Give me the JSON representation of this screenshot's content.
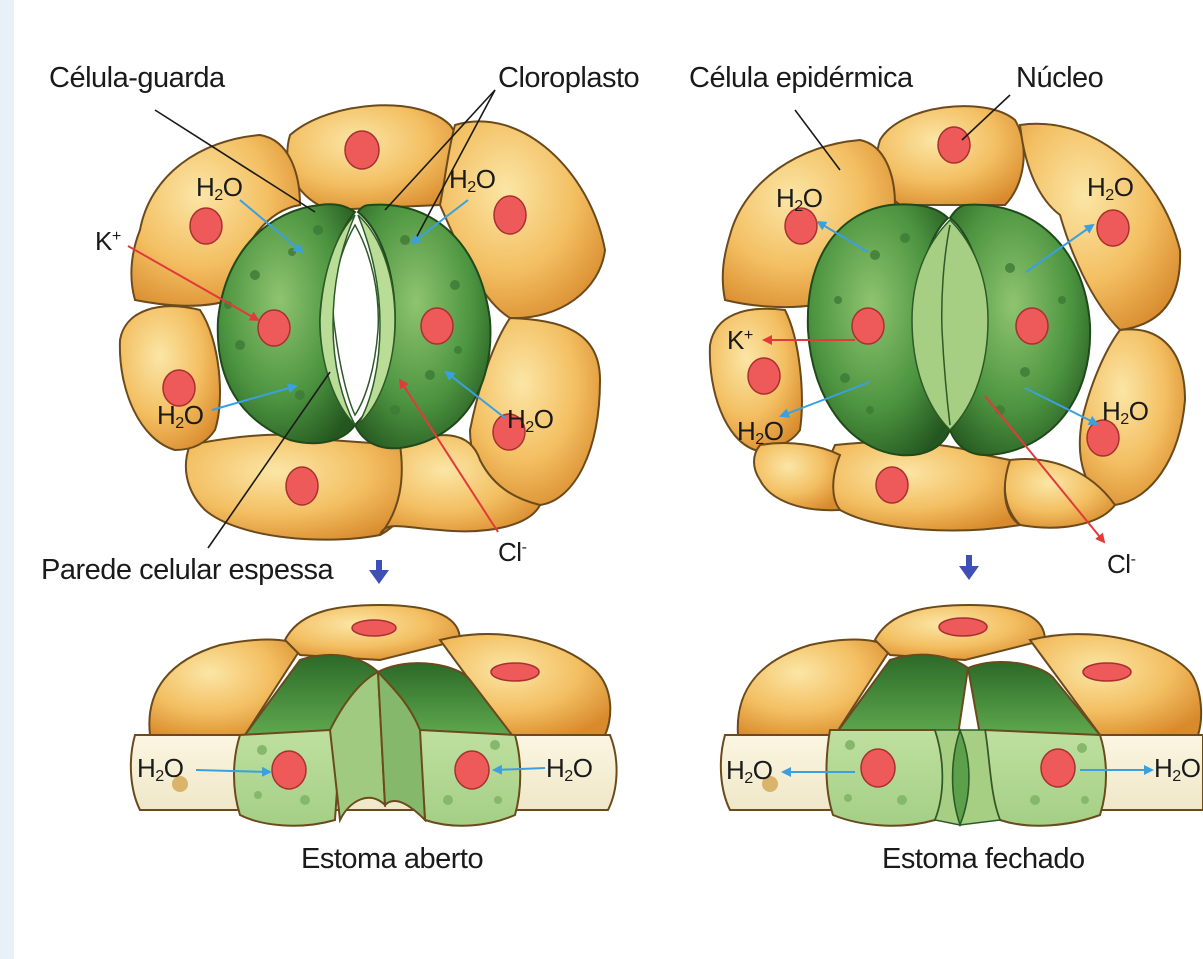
{
  "colors": {
    "epidermal_cell": "#f2b65a",
    "epidermal_cell_light": "#f8d68e",
    "epidermal_outline": "#6b4a1c",
    "guard_cell_dark": "#2f6e2a",
    "guard_cell_mid": "#4f9a43",
    "guard_cell_light": "#a9d28a",
    "nucleus": "#ee5a5a",
    "water_arrow": "#3aa0e0",
    "ion_arrow": "#e23a3a",
    "transition_arrow": "#3f4fb8"
  },
  "labels": {
    "guard_cell": "Célula-guarda",
    "chloroplast": "Cloroplasto",
    "epidermal_cell": "Célula epidérmica",
    "nucleus": "Núcleo",
    "thick_wall": "Parede celular espessa",
    "water_base": "H",
    "water_sub": "2",
    "water_tail": "O",
    "potassium_base": "K",
    "potassium_sup": "+",
    "chloride_base": "Cl",
    "chloride_sup": "-"
  },
  "captions": {
    "open": "Estoma aberto",
    "closed": "Estoma fechado"
  },
  "icons": {
    "down_arrow": "down-arrow-icon"
  }
}
